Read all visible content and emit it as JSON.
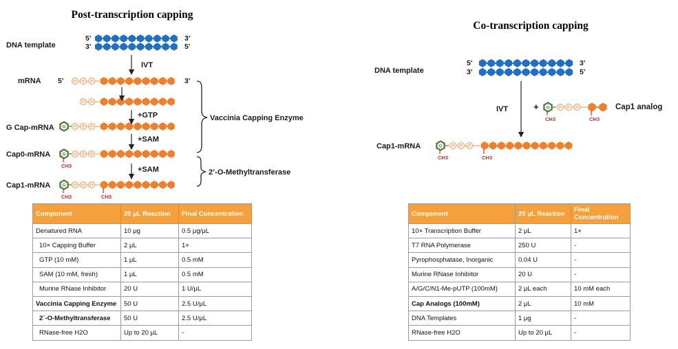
{
  "left": {
    "title": "Post-transcription capping",
    "labels": {
      "dna_template": "DNA template",
      "mrna": "mRNA",
      "gcap_mrna": "G Cap-mRNA",
      "cap0_mrna": "Cap0-mRNA",
      "cap1_mrna": "Cap1-mRNA"
    },
    "ends": {
      "five": "5'",
      "three": "3'"
    },
    "steps": {
      "ivt": "IVT",
      "gtp": "+GTP",
      "sam1": "+SAM",
      "sam2": "+SAM"
    },
    "enzymes": {
      "vaccinia": "Vaccinia Capping Enzyme",
      "methyl": "2’-O-Methyltransferase"
    },
    "glyphs": {
      "p": "P",
      "g": "G",
      "ch3": "CH3"
    },
    "table": {
      "headers": [
        "Component",
        "20 μL Reaction",
        "Final Concentration"
      ],
      "rows": [
        [
          "Denatured RNA",
          "10 μg",
          "0.5 μg/μL"
        ],
        [
          "10× Capping Buffer",
          "2 μL",
          "1×"
        ],
        [
          "GTP (10 mM)",
          "1 μL",
          "0.5 mM"
        ],
        [
          "SAM (10 mM, fresh)",
          "1 μL",
          "0.5 mM"
        ],
        [
          "Murine RNase Inhibitor",
          "20 U",
          "1 U/μL"
        ],
        [
          "Vaccinia Capping Enzyme",
          "50 U",
          "2.5 U/μL"
        ],
        [
          "2´-O-Methyltransferase",
          "50 U",
          "2.5 U/μL"
        ],
        [
          "RNase-free H2O",
          "Up to 20 μL",
          "-"
        ]
      ]
    }
  },
  "right": {
    "title": "Co-transcription capping",
    "labels": {
      "dna_template": "DNA template",
      "cap1_mrna": "Cap1-mRNA",
      "ivt": "IVT",
      "plus": "+",
      "cap1_analog": "Cap1 analog"
    },
    "ends": {
      "five": "5'",
      "three": "3'"
    },
    "glyphs": {
      "p": "P",
      "g": "G",
      "ch3": "CH3"
    },
    "table": {
      "headers": [
        "Component",
        "20 μL Reaction",
        "Final Concentration"
      ],
      "rows": [
        [
          "10× Transcription Buffer",
          "2 μL",
          "1×"
        ],
        [
          "T7 RNA Polymerase",
          "250 U",
          "-"
        ],
        [
          "Pyrophosphatase, Inorganic",
          "0.04 U",
          "-"
        ],
        [
          "Murine RNase Inhibitor",
          "20 U",
          "-"
        ],
        [
          "A/G/C/N1-Me-pUTP (100mM)",
          "2 μL each",
          "10 mM each"
        ],
        [
          "Cap Analogs (100mM)",
          "2 μL",
          "10 mM"
        ],
        [
          "DNA Templates",
          "1 μg",
          "-"
        ],
        [
          "RNase-free H2O",
          "Up to 20 μL",
          "-"
        ]
      ]
    }
  },
  "colors": {
    "dna": "#1f6fc2",
    "rna": "#f07f2c",
    "phosphate": "#f4a76a",
    "guanosine": "#4a7a38",
    "methyl": "#d8262a"
  }
}
